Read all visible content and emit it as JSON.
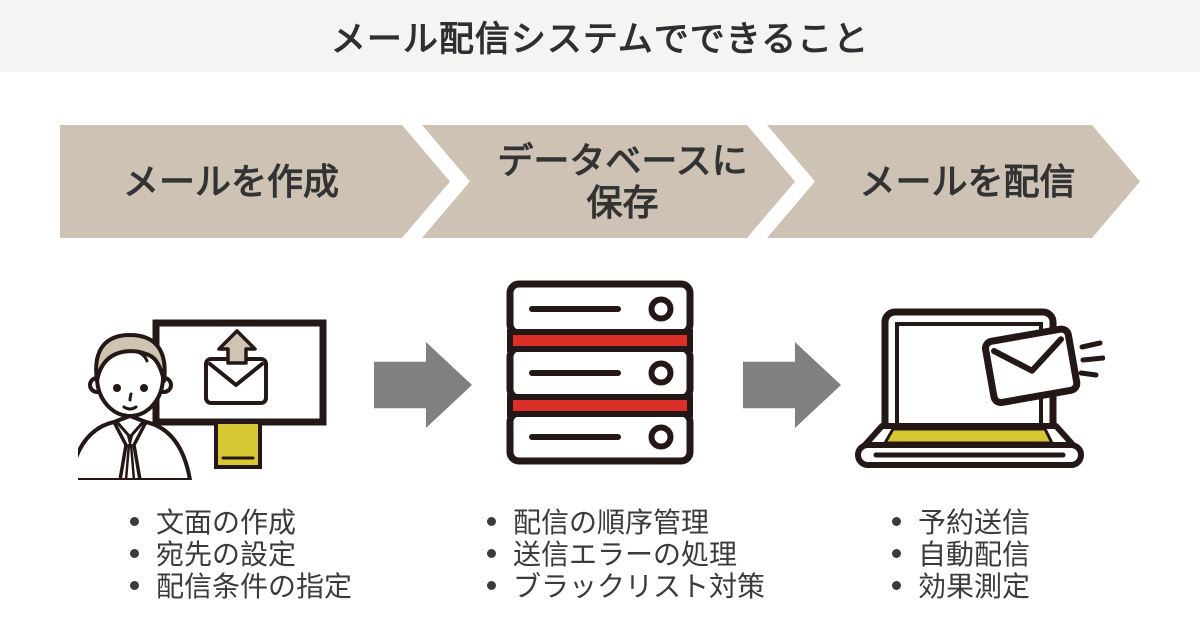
{
  "title": "メール配信システムでできること",
  "colors": {
    "header_bg": "#f5f4f2",
    "banner_bg": "#cdc2b4",
    "title_text": "#2f2f31",
    "list_text": "#3b3b3b",
    "flow_arrow_gray": "#808080",
    "accent_red": "#da2f27",
    "accent_yellow": "#d6c733",
    "illustration_outline": "#231815",
    "illustration_beige": "#cfc3b2"
  },
  "steps": [
    {
      "banner_lines": [
        "メールを作成"
      ],
      "illustration": "person-composing-email-on-monitor",
      "items": [
        "文面の作成",
        "宛先の設定",
        "配信条件の指定"
      ]
    },
    {
      "banner_lines": [
        "データベースに",
        "保存"
      ],
      "illustration": "database-server-rack",
      "items": [
        "配信の順序管理",
        "送信エラーの処理",
        "ブラックリスト対策"
      ]
    },
    {
      "banner_lines": [
        "メールを配信"
      ],
      "illustration": "laptop-sending-email",
      "items": [
        "予約送信",
        "自動配信",
        "効果測定"
      ]
    }
  ],
  "icons": {
    "flow_arrow": "right-arrow",
    "bullet": "dot",
    "upload_arrow": "up-arrow",
    "envelope": "mail-envelope"
  }
}
